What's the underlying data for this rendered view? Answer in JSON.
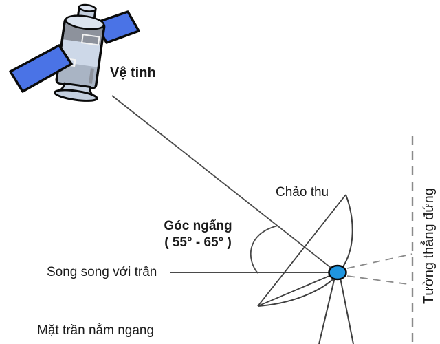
{
  "title": "Satellite dish mounting diagram (Vietnamese)",
  "labels": {
    "satellite": "Vệ tinh",
    "dish": "Chảo thu",
    "angle_name": "Góc ngẩng",
    "angle_range": "( 55° - 65° )",
    "parallel_ceiling": "Song song với trần",
    "ceiling_horizontal": "Mặt trần nằm ngang",
    "wall_vertical": "Tường thẳng đứng"
  },
  "angle": {
    "min_deg": 55,
    "max_deg": 65,
    "unit": "°"
  },
  "colors": {
    "background": "#ffffff",
    "panel_blue": "#4a73e6",
    "feed_dot_blue": "#2096e0",
    "line_dark": "#3f3f3f",
    "dashed_gray": "#8a8a8a",
    "text": "#1a1a1a",
    "body_light": "#cdd8e8",
    "body_dark": "#8d929c"
  },
  "icons": {
    "satellite": "satellite-illustration",
    "feed_dot": "feed-point-dot"
  }
}
